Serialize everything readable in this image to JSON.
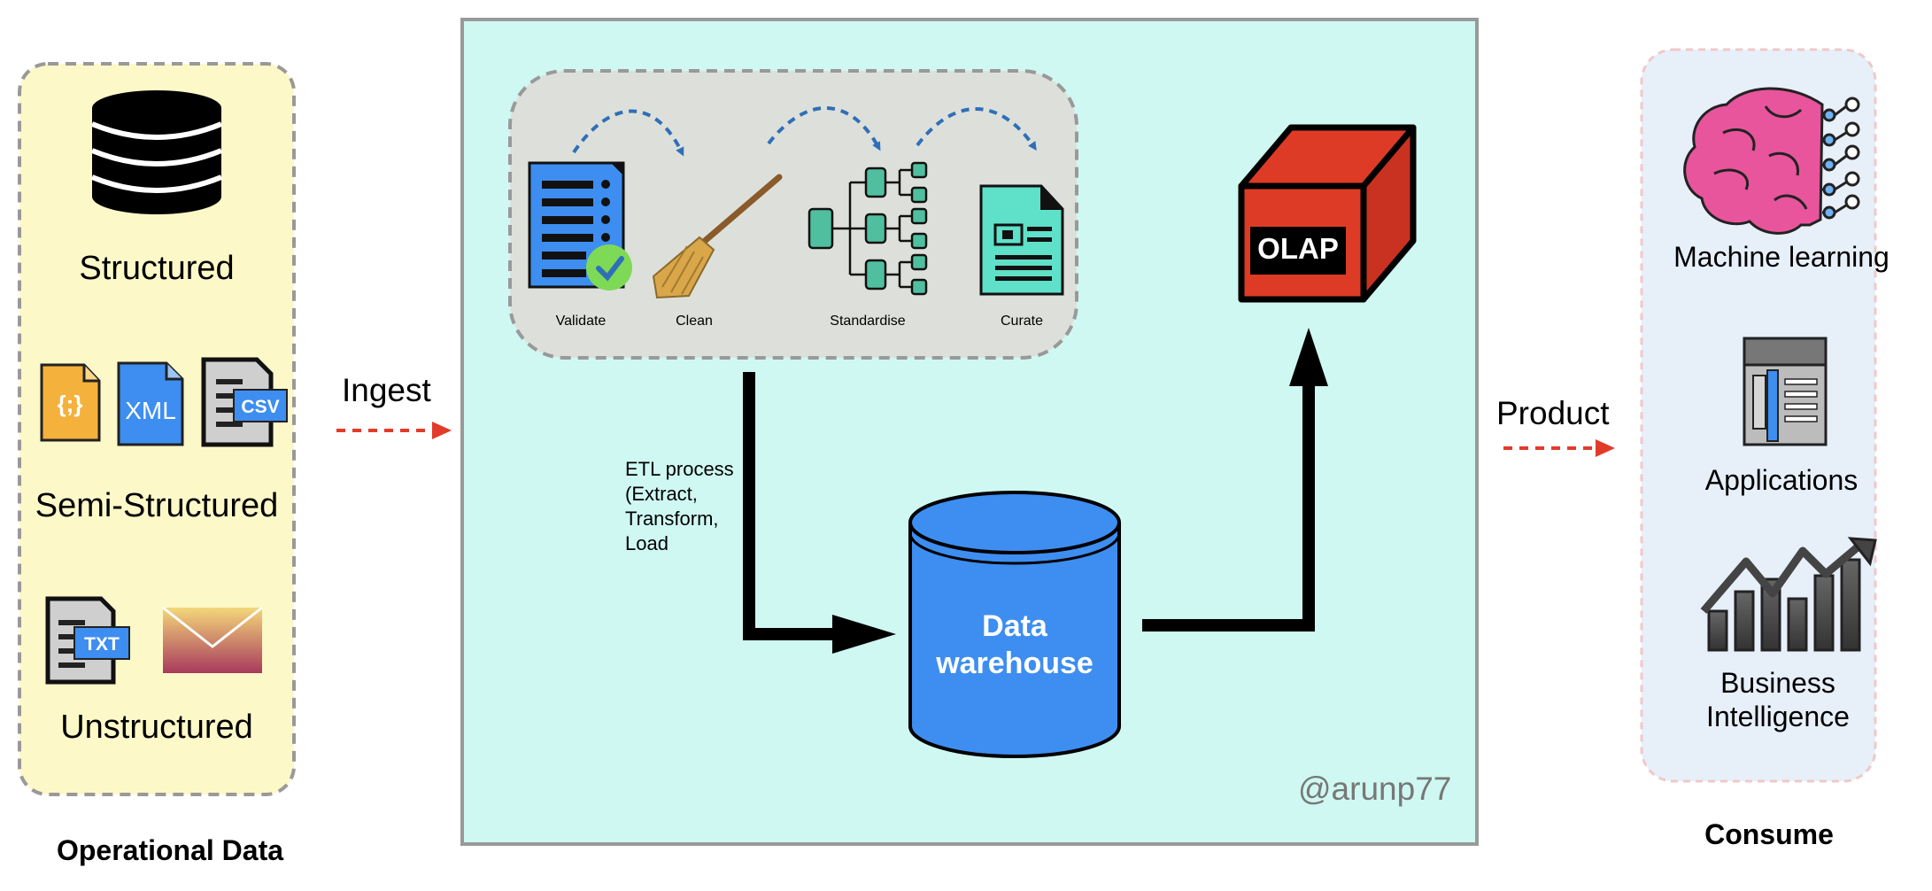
{
  "operational": {
    "heading": "Operational Data",
    "structured_label": "Structured",
    "semi_structured_label": "Semi-Structured",
    "unstructured_label": "Unstructured",
    "icons": {
      "json_glyph": "{;}",
      "xml_label": "XML",
      "csv_label": "CSV",
      "txt_label": "TXT"
    }
  },
  "ingest_label": "Ingest",
  "pipeline": {
    "steps": [
      "Validate",
      "Clean",
      "Standardise",
      "Curate"
    ],
    "etl_lines": [
      "ETL process",
      "(Extract,",
      "Transform,",
      "Load"
    ],
    "warehouse_lines": [
      "Data",
      "warehouse"
    ],
    "olap_label": "OLAP",
    "watermark": "@arunp77"
  },
  "product_label": "Product",
  "consume": {
    "heading": "Consume",
    "items": [
      "Machine learning",
      "Applications",
      "Business",
      "Intelligence"
    ]
  },
  "colors": {
    "operational_bg": "#fdf8c8",
    "pipeline_bg": "#cff8f2",
    "process_bg": "#dde0da",
    "consume_bg": "#e7eff9",
    "warehouse_blue": "#3d8ef0",
    "olap_red": "#de3b26",
    "arrow_red": "#e23b2a",
    "teal": "#4fbf9f"
  }
}
